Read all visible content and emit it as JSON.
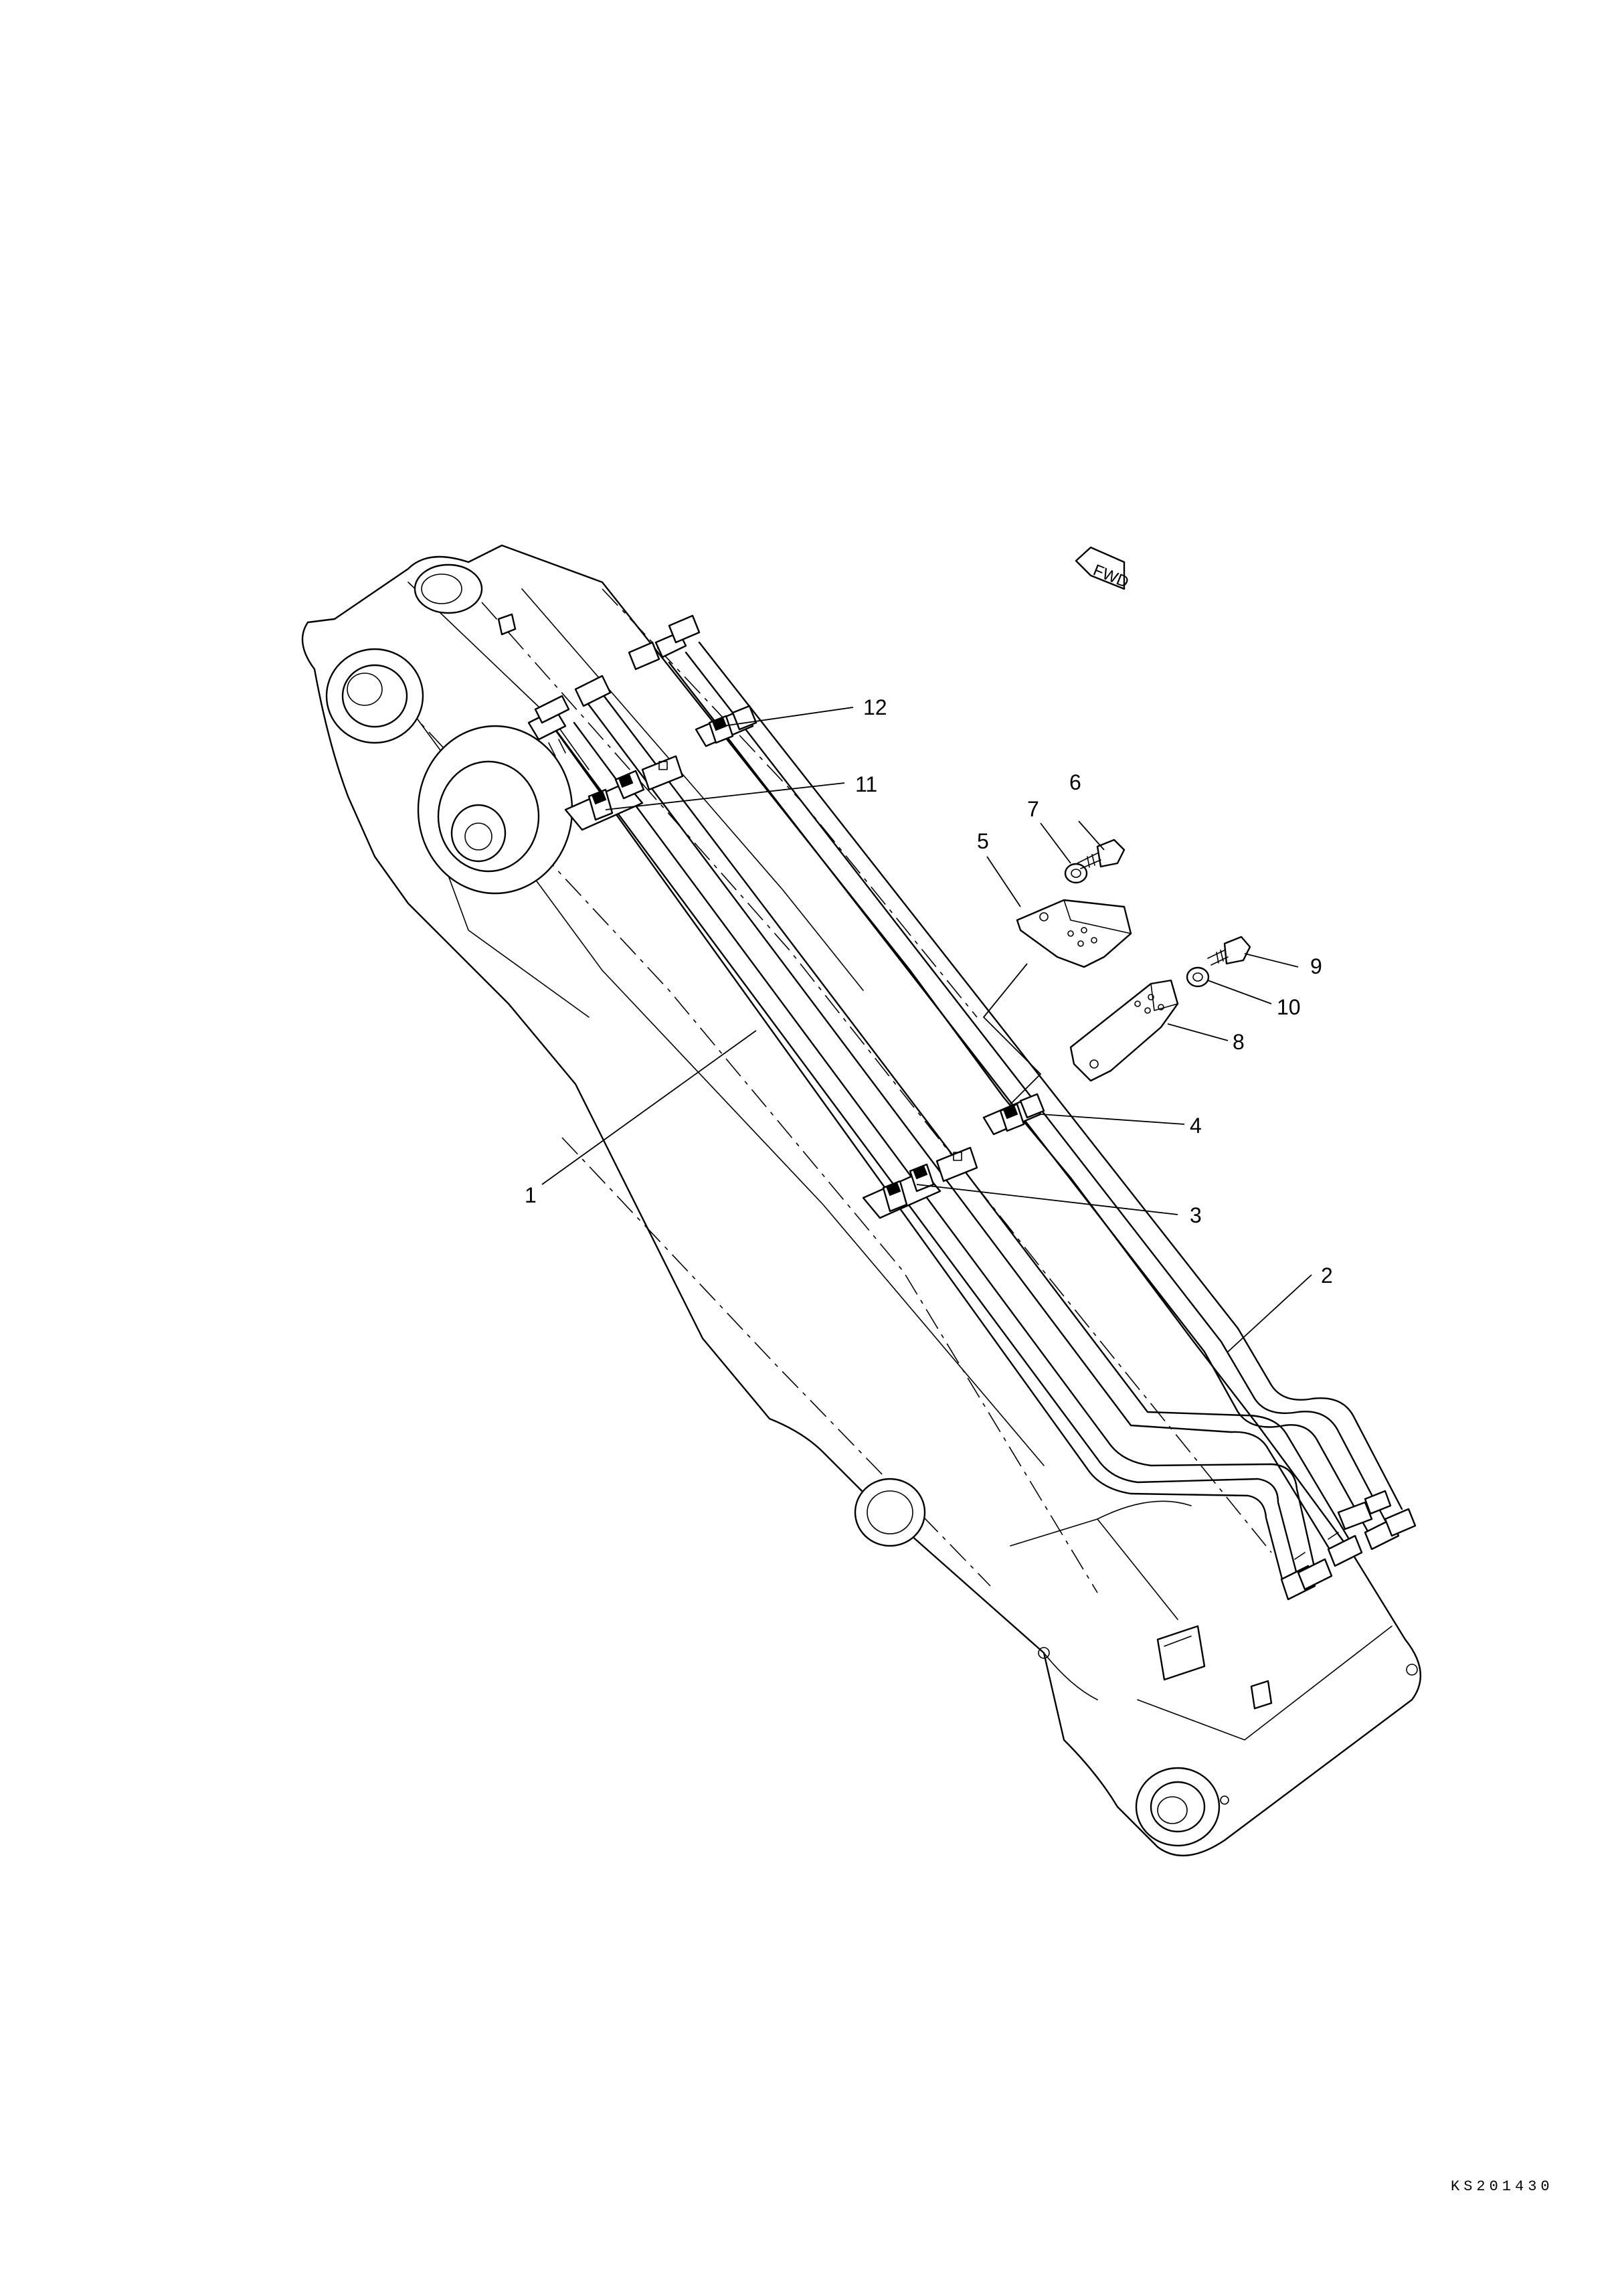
{
  "drawing": {
    "direction_marker": "FWD",
    "drawing_code": "KS201430"
  },
  "callouts": [
    {
      "id": "1",
      "text": "1"
    },
    {
      "id": "2",
      "text": "2"
    },
    {
      "id": "3",
      "text": "3"
    },
    {
      "id": "4",
      "text": "4"
    },
    {
      "id": "5",
      "text": "5"
    },
    {
      "id": "6",
      "text": "6"
    },
    {
      "id": "7",
      "text": "7"
    },
    {
      "id": "8",
      "text": "8"
    },
    {
      "id": "9",
      "text": "9"
    },
    {
      "id": "10",
      "text": "10"
    },
    {
      "id": "11",
      "text": "11"
    },
    {
      "id": "12",
      "text": "12"
    }
  ]
}
